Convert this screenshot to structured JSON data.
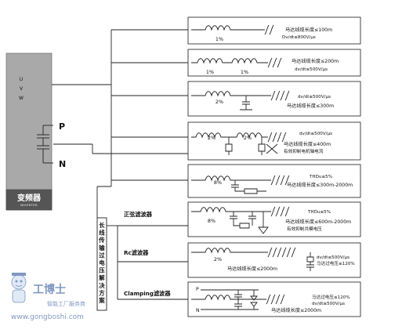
{
  "inverter": {
    "terminals": [
      "U",
      "V",
      "W"
    ],
    "name_cn": "变频器",
    "name_en": "INVERTER",
    "dc_p": "P",
    "dc_n": "N"
  },
  "branch_label": "长线传输过电压解决方案",
  "filters": [
    {
      "inductors": [
        "1%"
      ],
      "notes": [
        "马达线缆长度≤100m",
        "Dv/dt≤800V/μs"
      ]
    },
    {
      "inductors": [
        "1%",
        "1%"
      ],
      "notes": [
        "马达线缆长度≤200m",
        "dv/dt≤500V/μs"
      ]
    },
    {
      "inductors": [
        "2%"
      ],
      "notes": [
        "dv/dt≤500V/μs",
        "马达线缆长度≤300m"
      ]
    },
    {
      "inductors": [
        "2%",
        "2%"
      ],
      "notes": [
        "dv/dt≤500V/μs",
        "马达线缆长度≤400m",
        "有效抑制电机轴电流"
      ]
    },
    {
      "inductors": [
        "8%"
      ],
      "notes": [
        "THDu≤5%",
        "马达线缆长度≤300m-2000m"
      ]
    },
    {
      "title": "正弦滤波器",
      "inductors": [
        "8%"
      ],
      "notes": [
        "THDu≤5%",
        "马达线缆长度≤600m-2000m",
        "有效抑制共模电压"
      ]
    },
    {
      "title": "Rc滤波器",
      "inductors": [
        "2%"
      ],
      "notes": [
        "dv/dt≤500V/μs",
        "马达过电压≤120%",
        "马达线缆长度≤2000m"
      ]
    },
    {
      "title": "Clamping滤波器",
      "rails": [
        "P",
        "N"
      ],
      "notes": [
        "马达过电压≤120%",
        "dv/dt≤500V/μs",
        "马达线缆长度≤2000m"
      ]
    }
  ],
  "watermark": {
    "brand": "工博士",
    "slogan": "智能工厂服务商",
    "url": "www.gongboshi.com"
  }
}
